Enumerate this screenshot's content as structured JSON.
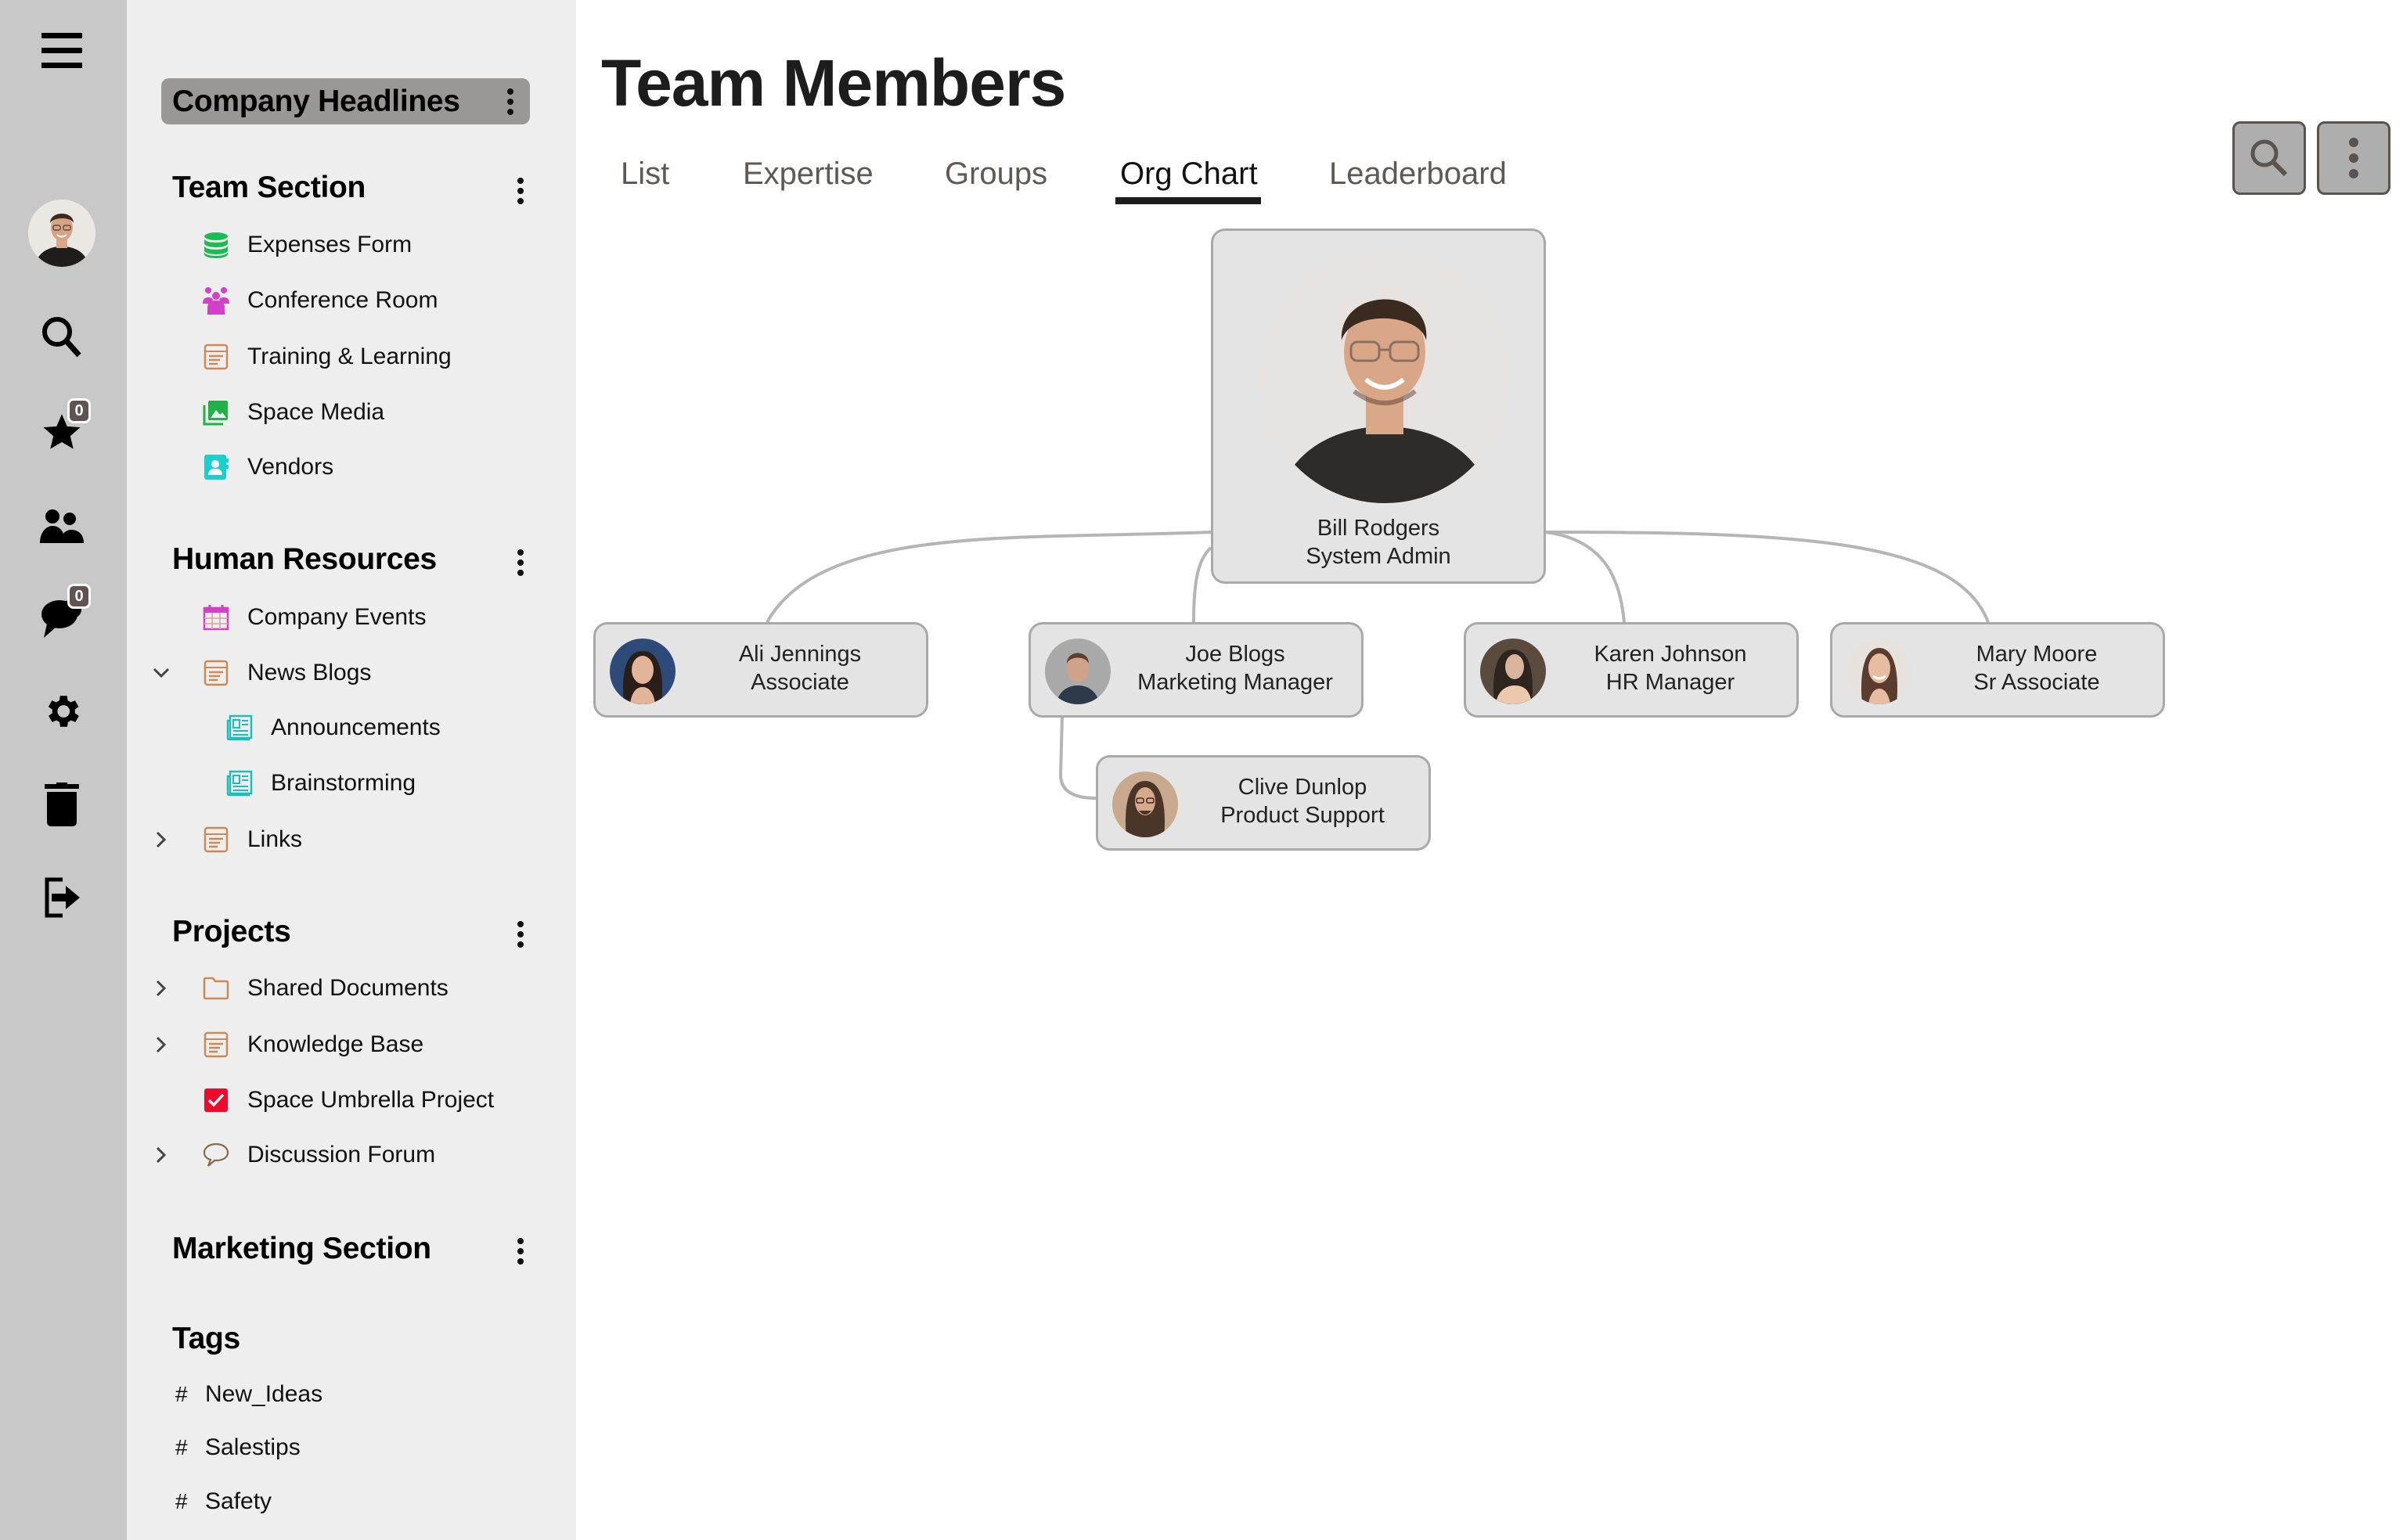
{
  "rail": {
    "menu_icon": "hamburger-menu-icon",
    "user_avatar": "profile-avatar",
    "items": [
      {
        "icon": "search-icon"
      },
      {
        "icon": "star-icon",
        "badge": "0"
      },
      {
        "icon": "people-icon"
      },
      {
        "icon": "chat-bubbles-icon",
        "badge": "0"
      },
      {
        "icon": "gear-icon"
      },
      {
        "icon": "trash-icon"
      },
      {
        "icon": "logout-icon"
      }
    ]
  },
  "sidebar": {
    "headlines_label": "Company Headlines",
    "sections": [
      {
        "title": "Team Section",
        "items": [
          {
            "label": "Expenses Form",
            "icon": "database-icon",
            "color": "#1db954"
          },
          {
            "label": "Conference Room",
            "icon": "group-icon",
            "color": "#d23fc8"
          },
          {
            "label": "Training & Learning",
            "icon": "document-icon",
            "color": "#c98a58"
          },
          {
            "label": "Space Media",
            "icon": "image-gallery-icon",
            "color": "#22b04b"
          },
          {
            "label": "Vendors",
            "icon": "contact-book-icon",
            "color": "#1ccfcf"
          }
        ]
      },
      {
        "title": "Human Resources",
        "items": [
          {
            "label": "Company Events",
            "icon": "calendar-icon",
            "color": "#d23fc8"
          },
          {
            "label": "News Blogs",
            "icon": "document-icon",
            "color": "#c98a58",
            "expander": "expanded"
          },
          {
            "label": "Announcements",
            "icon": "newspaper-icon",
            "color": "#1fbcbc",
            "level": 1
          },
          {
            "label": "Brainstorming",
            "icon": "newspaper-icon",
            "color": "#1fbcbc",
            "level": 1
          },
          {
            "label": "Links",
            "icon": "document-icon",
            "color": "#c98a58",
            "expander": "collapsed"
          }
        ]
      },
      {
        "title": "Projects",
        "items": [
          {
            "label": "Shared Documents",
            "icon": "folder-icon",
            "color": "#c98a58",
            "expander": "collapsed"
          },
          {
            "label": "Knowledge Base",
            "icon": "document-icon",
            "color": "#c98a58",
            "expander": "collapsed"
          },
          {
            "label": "Space Umbrella Project",
            "icon": "checkbox-checked-icon",
            "color": "#ee0a2a"
          },
          {
            "label": "Discussion Forum",
            "icon": "speech-bubble-icon",
            "color": "#8a6a4a",
            "expander": "collapsed"
          }
        ]
      },
      {
        "title": "Marketing Section",
        "items": []
      }
    ],
    "tags": {
      "title": "Tags",
      "items": [
        {
          "hash": "#",
          "label": "New_Ideas"
        },
        {
          "hash": "#",
          "label": "Salestips"
        },
        {
          "hash": "#",
          "label": "Safety"
        }
      ]
    }
  },
  "main": {
    "title": "Team Members",
    "tabs": [
      {
        "label": "List"
      },
      {
        "label": "Expertise"
      },
      {
        "label": "Groups"
      },
      {
        "label": "Org Chart",
        "active": true
      },
      {
        "label": "Leaderboard"
      }
    ],
    "toolbar": {
      "search_icon": "search-icon",
      "more_icon": "more-vertical-icon"
    },
    "org_chart": {
      "root": {
        "name": "Bill Rodgers",
        "role": "System Admin"
      },
      "reports": [
        {
          "name": "Ali Jennings",
          "role": "Associate"
        },
        {
          "name": "Joe Blogs",
          "role": "Marketing Manager",
          "reports": [
            {
              "name": "Clive Dunlop",
              "role": "Product Support"
            }
          ]
        },
        {
          "name": "Karen Johnson",
          "role": "HR Manager"
        },
        {
          "name": "Mary Moore",
          "role": "Sr Associate"
        }
      ]
    }
  },
  "colors": {
    "rail_bg": "#c8c8c8",
    "sidebar_bg": "#eeeeee",
    "headlines_bg": "#999897",
    "card_bg": "#e4e4e4",
    "card_border": "#a9a9a9",
    "connector": "#b5b5b5",
    "badge_bg": "#5e5550"
  }
}
